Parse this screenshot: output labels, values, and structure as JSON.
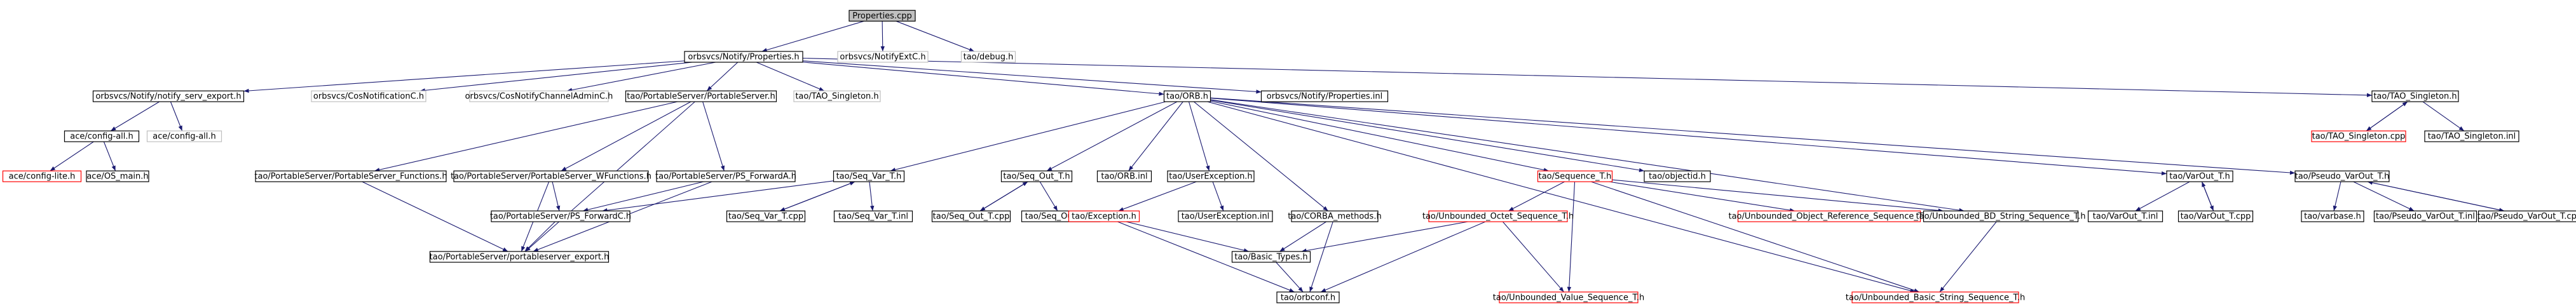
{
  "graph": {
    "colors": {
      "edge": "#191970",
      "root_fill": "#bfbfbf",
      "missing_border": "#bfbfbf",
      "red_border": "#ff0000"
    },
    "nodes": [
      {
        "id": "properties_cpp",
        "label": "Properties.cpp",
        "kind": "root"
      },
      {
        "id": "notify_properties_h",
        "label": "orbsvcs/Notify/Properties.h",
        "kind": "normal"
      },
      {
        "id": "notify_extc_h",
        "label": "orbsvcs/NotifyExtC.h",
        "kind": "missing"
      },
      {
        "id": "tao_debug_h",
        "label": "tao/debug.h",
        "kind": "missing"
      },
      {
        "id": "notify_serv_export_h",
        "label": "orbsvcs/Notify/notify_serv_export.h",
        "kind": "normal"
      },
      {
        "id": "cos_notification_c_h",
        "label": "orbsvcs/CosNotificationC.h",
        "kind": "missing"
      },
      {
        "id": "cos_notify_channel_admin_c_h",
        "label": "orbsvcs/CosNotifyChannelAdminC.h",
        "kind": "missing"
      },
      {
        "id": "portable_server_h",
        "label": "tao/PortableServer/PortableServer.h",
        "kind": "normal"
      },
      {
        "id": "tao_singleton_h_missing",
        "label": "tao/TAO_Singleton.h",
        "kind": "missing"
      },
      {
        "id": "tao_orb_h",
        "label": "tao/ORB.h",
        "kind": "normal"
      },
      {
        "id": "notify_properties_inl",
        "label": "orbsvcs/Notify/Properties.inl",
        "kind": "normal"
      },
      {
        "id": "tao_singleton_h",
        "label": "tao/TAO_Singleton.h",
        "kind": "normal"
      },
      {
        "id": "ace_config_all_h",
        "label": "ace/config-all.h",
        "kind": "normal"
      },
      {
        "id": "ace_config_all_h_missing",
        "label": "ace/config-all.h",
        "kind": "missing"
      },
      {
        "id": "ace_config_lite_h",
        "label": "ace/config-lite.h",
        "kind": "red"
      },
      {
        "id": "ace_os_main_h",
        "label": "ace/OS_main.h",
        "kind": "normal"
      },
      {
        "id": "ps_functions_h",
        "label": "tao/PortableServer/PortableServer_Functions.h",
        "kind": "normal"
      },
      {
        "id": "ps_wfunctions_h",
        "label": "tao/PortableServer/PortableServer_WFunctions.h",
        "kind": "normal"
      },
      {
        "id": "ps_forwarda_h",
        "label": "tao/PortableServer/PS_ForwardA.h",
        "kind": "normal"
      },
      {
        "id": "ps_forwardc_h",
        "label": "tao/PortableServer/PS_ForwardC.h",
        "kind": "normal"
      },
      {
        "id": "portableserver_export_h",
        "label": "tao/PortableServer/portableserver_export.h",
        "kind": "normal"
      },
      {
        "id": "seq_var_t_h",
        "label": "tao/Seq_Var_T.h",
        "kind": "normal"
      },
      {
        "id": "seq_var_t_cpp",
        "label": "tao/Seq_Var_T.cpp",
        "kind": "normal"
      },
      {
        "id": "seq_var_t_inl",
        "label": "tao/Seq_Var_T.inl",
        "kind": "normal"
      },
      {
        "id": "seq_out_t_h",
        "label": "tao/Seq_Out_T.h",
        "kind": "normal"
      },
      {
        "id": "seq_out_t_cpp",
        "label": "tao/Seq_Out_T.cpp",
        "kind": "normal"
      },
      {
        "id": "seq_out_t_inl",
        "label": "tao/Seq_Out_T.inl",
        "kind": "normal"
      },
      {
        "id": "orb_inl",
        "label": "tao/ORB.inl",
        "kind": "normal"
      },
      {
        "id": "user_exception_h",
        "label": "tao/UserException.h",
        "kind": "normal"
      },
      {
        "id": "exception_h",
        "label": "tao/Exception.h",
        "kind": "red"
      },
      {
        "id": "user_exception_inl",
        "label": "tao/UserException.inl",
        "kind": "normal"
      },
      {
        "id": "corba_methods_h",
        "label": "tao/CORBA_methods.h",
        "kind": "normal"
      },
      {
        "id": "basic_types_h",
        "label": "tao/Basic_Types.h",
        "kind": "normal"
      },
      {
        "id": "orbconf_h",
        "label": "tao/orbconf.h",
        "kind": "normal"
      },
      {
        "id": "sequence_t_h",
        "label": "tao/Sequence_T.h",
        "kind": "red"
      },
      {
        "id": "objectid_h",
        "label": "tao/objectid.h",
        "kind": "normal"
      },
      {
        "id": "unbounded_octet_seq_h",
        "label": "tao/Unbounded_Octet_Sequence_T.h",
        "kind": "red"
      },
      {
        "id": "unbounded_value_seq_h",
        "label": "tao/Unbounded_Value_Sequence_T.h",
        "kind": "red"
      },
      {
        "id": "unbounded_objref_seq_h",
        "label": "tao/Unbounded_Object_Reference_Sequence_T.h",
        "kind": "red"
      },
      {
        "id": "unbounded_bd_string_seq_h",
        "label": "tao/Unbounded_BD_String_Sequence_T.h",
        "kind": "normal"
      },
      {
        "id": "unbounded_basic_string_seq_h",
        "label": "tao/Unbounded_Basic_String_Sequence_T.h",
        "kind": "red"
      },
      {
        "id": "varout_t_h",
        "label": "tao/VarOut_T.h",
        "kind": "normal"
      },
      {
        "id": "varout_t_inl",
        "label": "tao/VarOut_T.inl",
        "kind": "normal"
      },
      {
        "id": "varout_t_cpp",
        "label": "tao/VarOut_T.cpp",
        "kind": "normal"
      },
      {
        "id": "pseudo_varout_t_h",
        "label": "tao/Pseudo_VarOut_T.h",
        "kind": "normal"
      },
      {
        "id": "varbase_h",
        "label": "tao/varbase.h",
        "kind": "normal"
      },
      {
        "id": "pseudo_varout_t_inl",
        "label": "tao/Pseudo_VarOut_T.inl",
        "kind": "normal"
      },
      {
        "id": "pseudo_varout_t_cpp",
        "label": "tao/Pseudo_VarOut_T.cpp",
        "kind": "normal"
      },
      {
        "id": "tao_singleton_cpp",
        "label": "tao/TAO_Singleton.cpp",
        "kind": "red"
      },
      {
        "id": "tao_singleton_inl",
        "label": "tao/TAO_Singleton.inl",
        "kind": "normal"
      }
    ],
    "edges": [
      [
        "properties_cpp",
        "notify_properties_h"
      ],
      [
        "properties_cpp",
        "notify_extc_h"
      ],
      [
        "properties_cpp",
        "tao_debug_h"
      ],
      [
        "notify_properties_h",
        "notify_serv_export_h"
      ],
      [
        "notify_properties_h",
        "cos_notification_c_h"
      ],
      [
        "notify_properties_h",
        "cos_notify_channel_admin_c_h"
      ],
      [
        "notify_properties_h",
        "portable_server_h"
      ],
      [
        "notify_properties_h",
        "tao_singleton_h_missing"
      ],
      [
        "notify_properties_h",
        "tao_orb_h"
      ],
      [
        "notify_properties_h",
        "notify_properties_inl"
      ],
      [
        "notify_properties_h",
        "tao_singleton_h"
      ],
      [
        "notify_serv_export_h",
        "ace_config_all_h"
      ],
      [
        "notify_serv_export_h",
        "ace_config_all_h_missing"
      ],
      [
        "ace_config_all_h",
        "ace_config_lite_h"
      ],
      [
        "ace_config_all_h",
        "ace_os_main_h"
      ],
      [
        "portable_server_h",
        "ps_functions_h"
      ],
      [
        "portable_server_h",
        "ps_wfunctions_h"
      ],
      [
        "portable_server_h",
        "ps_forwarda_h"
      ],
      [
        "portable_server_h",
        "portableserver_export_h"
      ],
      [
        "ps_functions_h",
        "portableserver_export_h"
      ],
      [
        "ps_wfunctions_h",
        "ps_forwardc_h"
      ],
      [
        "ps_wfunctions_h",
        "portableserver_export_h"
      ],
      [
        "ps_forwarda_h",
        "ps_forwardc_h"
      ],
      [
        "ps_forwarda_h",
        "portableserver_export_h"
      ],
      [
        "ps_forwardc_h",
        "portableserver_export_h"
      ],
      [
        "tao_orb_h",
        "seq_var_t_h"
      ],
      [
        "tao_orb_h",
        "seq_out_t_h"
      ],
      [
        "tao_orb_h",
        "orb_inl"
      ],
      [
        "tao_orb_h",
        "user_exception_h"
      ],
      [
        "tao_orb_h",
        "corba_methods_h"
      ],
      [
        "tao_orb_h",
        "sequence_t_h"
      ],
      [
        "tao_orb_h",
        "objectid_h"
      ],
      [
        "tao_orb_h",
        "varout_t_h"
      ],
      [
        "tao_orb_h",
        "pseudo_varout_t_h"
      ],
      [
        "tao_orb_h",
        "unbounded_bd_string_seq_h"
      ],
      [
        "tao_orb_h",
        "unbounded_basic_string_seq_h"
      ],
      [
        "seq_var_t_h",
        "ps_forwardc_h"
      ],
      [
        "seq_var_t_h",
        "seq_var_t_cpp"
      ],
      [
        "seq_var_t_h",
        "seq_var_t_inl"
      ],
      [
        "seq_var_t_cpp",
        "seq_var_t_h"
      ],
      [
        "seq_out_t_h",
        "seq_out_t_cpp"
      ],
      [
        "seq_out_t_h",
        "seq_out_t_inl"
      ],
      [
        "seq_out_t_cpp",
        "seq_out_t_h"
      ],
      [
        "user_exception_h",
        "exception_h"
      ],
      [
        "user_exception_h",
        "user_exception_inl"
      ],
      [
        "exception_h",
        "basic_types_h"
      ],
      [
        "exception_h",
        "orbconf_h"
      ],
      [
        "corba_methods_h",
        "basic_types_h"
      ],
      [
        "corba_methods_h",
        "orbconf_h"
      ],
      [
        "basic_types_h",
        "orbconf_h"
      ],
      [
        "sequence_t_h",
        "unbounded_octet_seq_h"
      ],
      [
        "sequence_t_h",
        "unbounded_value_seq_h"
      ],
      [
        "sequence_t_h",
        "unbounded_objref_seq_h"
      ],
      [
        "sequence_t_h",
        "unbounded_bd_string_seq_h"
      ],
      [
        "sequence_t_h",
        "unbounded_basic_string_seq_h"
      ],
      [
        "unbounded_octet_seq_h",
        "unbounded_value_seq_h"
      ],
      [
        "unbounded_octet_seq_h",
        "basic_types_h"
      ],
      [
        "unbounded_octet_seq_h",
        "orbconf_h"
      ],
      [
        "unbounded_bd_string_seq_h",
        "unbounded_basic_string_seq_h"
      ],
      [
        "varout_t_h",
        "varout_t_inl"
      ],
      [
        "varout_t_h",
        "varout_t_cpp"
      ],
      [
        "varout_t_cpp",
        "varout_t_h"
      ],
      [
        "pseudo_varout_t_h",
        "varbase_h"
      ],
      [
        "pseudo_varout_t_h",
        "pseudo_varout_t_inl"
      ],
      [
        "pseudo_varout_t_h",
        "pseudo_varout_t_cpp"
      ],
      [
        "pseudo_varout_t_cpp",
        "pseudo_varout_t_h"
      ],
      [
        "tao_singleton_h",
        "tao_singleton_cpp"
      ],
      [
        "tao_singleton_h",
        "tao_singleton_inl"
      ],
      [
        "tao_singleton_cpp",
        "tao_singleton_h"
      ]
    ]
  }
}
